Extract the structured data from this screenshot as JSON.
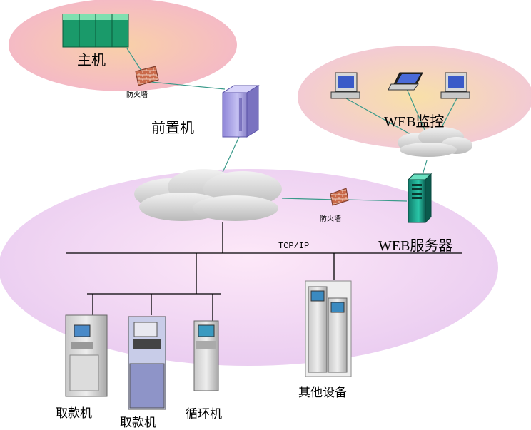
{
  "nodes": {
    "host": "主机",
    "firewall_top": "防火墙",
    "front_end": "前置机",
    "web_monitor": "WEB监控",
    "firewall_mid": "防火墙",
    "web_server": "WEB服务器",
    "network": "TCP/IP",
    "atm1": "取款机",
    "atm2": "取款机",
    "recycler": "循环机",
    "other_devices": "其他设备"
  },
  "colors": {
    "host_zone": "#f7c4a8",
    "monitor_zone": "#f5dfc0",
    "lan_zone": "#eed3f0",
    "link_line": "#3a9a8a",
    "bus_line": "#000000"
  }
}
